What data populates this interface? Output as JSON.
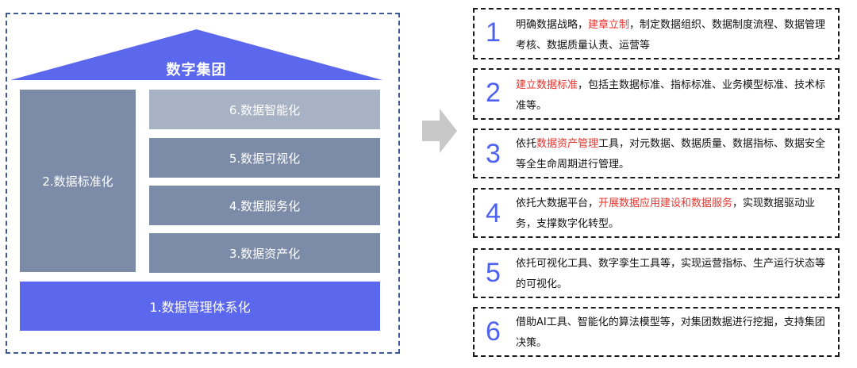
{
  "diagram": {
    "roof_title": "数字集团",
    "pillar_left": "2.数据标准化",
    "layer_6": "6.数据智能化",
    "layer_5": "5.数据可视化",
    "layer_4": "4.数据服务化",
    "layer_3": "3.数据资产化",
    "foundation": "1.数据管理体系化"
  },
  "items": [
    {
      "num": "1",
      "parts": [
        {
          "t": "明确数据战略，"
        },
        {
          "t": "建章立制",
          "red": true
        },
        {
          "t": "，制定数据组织、数据制度流程、数据管理考核、数据质量认责、运营等"
        }
      ]
    },
    {
      "num": "2",
      "parts": [
        {
          "t": "建立数据标准",
          "red": true
        },
        {
          "t": "，包括主数据标准、指标标准、业务模型标准、技术标准等。"
        }
      ]
    },
    {
      "num": "3",
      "parts": [
        {
          "t": "依托"
        },
        {
          "t": "数据资产管理",
          "red": true
        },
        {
          "t": "工具，对元数据、数据质量、数据指标、数据安全等全生命周期进行管理。"
        }
      ]
    },
    {
      "num": "4",
      "parts": [
        {
          "t": "依托大数据平台，"
        },
        {
          "t": "开展数据应用建设和数据服务",
          "red": true
        },
        {
          "t": "，实现数据驱动业务，支撑数字化转型。"
        }
      ]
    },
    {
      "num": "5",
      "parts": [
        {
          "t": "依托可视化工具、数字孪生工具等，实现运营指标、生产运行状态等的可视化。"
        }
      ]
    },
    {
      "num": "6",
      "parts": [
        {
          "t": "借助AI工具、智能化的算法模型等，对集团数据进行挖掘，支持集团决策。"
        }
      ]
    }
  ],
  "colors": {
    "accent_blue": "#5b68ee",
    "block_gray": "#7c8ba7",
    "block_light": "#a7b2c5",
    "highlight_red": "#e8342e",
    "frame_border": "#3d5a96"
  }
}
